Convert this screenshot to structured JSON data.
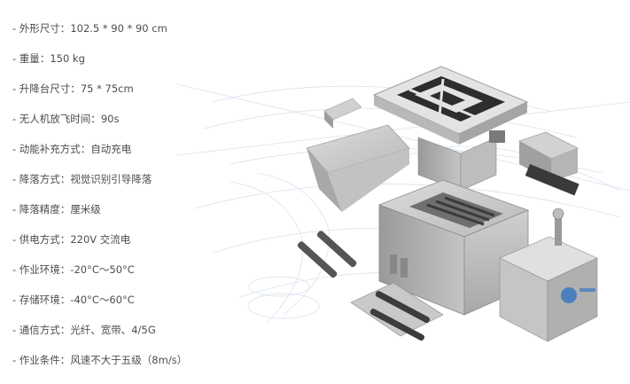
{
  "specs": [
    {
      "label": "- 外形尺寸：",
      "value": "102.5 * 90 * 90 cm"
    },
    {
      "label": "- 重量：",
      "value": "150 kg"
    },
    {
      "label": "- 升降台尺寸：",
      "value": "75 * 75cm"
    },
    {
      "label": "- 无人机放飞时间：",
      "value": "90s"
    },
    {
      "label": "- 动能补充方式：",
      "value": "自动充电"
    },
    {
      "label": "- 降落方式：",
      "value": "视觉识别引导降落"
    },
    {
      "label": "- 降落精度：",
      "value": "厘米级"
    },
    {
      "label": "- 供电方式：",
      "value": "220V 交流电"
    },
    {
      "label": "- 作业环境：",
      "value": "-20°C～50°C"
    },
    {
      "label": "- 存储环境：",
      "value": "-40°C～60°C"
    },
    {
      "label": "- 通信方式：",
      "value": "光纤、宽带、4/5G"
    },
    {
      "label": "- 作业条件：",
      "value": "风速不大于五级（8m/s）"
    }
  ]
}
